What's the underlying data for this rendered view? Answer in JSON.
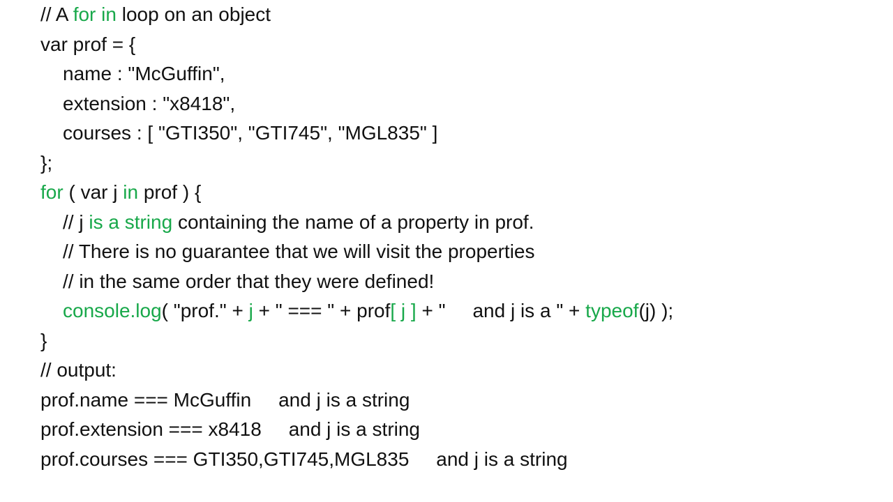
{
  "colors": {
    "text": "#111111",
    "keyword": "#18a84a",
    "background": "#ffffff"
  },
  "lines": [
    {
      "indent": false,
      "segments": [
        {
          "text": "// A ",
          "kw": false
        },
        {
          "text": "for in",
          "kw": true
        },
        {
          "text": " loop on an object",
          "kw": false
        }
      ]
    },
    {
      "indent": false,
      "segments": [
        {
          "text": "var prof = {",
          "kw": false
        }
      ]
    },
    {
      "indent": true,
      "segments": [
        {
          "text": "name : \"McGuffin\",",
          "kw": false
        }
      ]
    },
    {
      "indent": true,
      "segments": [
        {
          "text": "extension : \"x8418\",",
          "kw": false
        }
      ]
    },
    {
      "indent": true,
      "segments": [
        {
          "text": "courses : [ \"GTI350\", \"GTI745\", \"MGL835\" ]",
          "kw": false
        }
      ]
    },
    {
      "indent": false,
      "segments": [
        {
          "text": "};",
          "kw": false
        }
      ]
    },
    {
      "indent": false,
      "segments": [
        {
          "text": "for",
          "kw": true
        },
        {
          "text": " ( var j ",
          "kw": false
        },
        {
          "text": "in",
          "kw": true
        },
        {
          "text": " prof ) {",
          "kw": false
        }
      ]
    },
    {
      "indent": true,
      "segments": [
        {
          "text": "// j ",
          "kw": false
        },
        {
          "text": "is a string",
          "kw": true
        },
        {
          "text": " containing the name of a property in prof.",
          "kw": false
        }
      ]
    },
    {
      "indent": true,
      "segments": [
        {
          "text": "// There is no guarantee that we will visit the properties",
          "kw": false
        }
      ]
    },
    {
      "indent": true,
      "segments": [
        {
          "text": "// in the same order that they were defined!",
          "kw": false
        }
      ]
    },
    {
      "indent": true,
      "segments": [
        {
          "text": "console.log",
          "kw": true
        },
        {
          "text": "( \"prof.\" + ",
          "kw": false
        },
        {
          "text": "j",
          "kw": true
        },
        {
          "text": " + \" === \" + prof",
          "kw": false
        },
        {
          "text": "[ j ]",
          "kw": true
        },
        {
          "text": " + \"     and j is a \" + ",
          "kw": false
        },
        {
          "text": "typeof",
          "kw": true
        },
        {
          "text": "(j) );",
          "kw": false
        }
      ]
    },
    {
      "indent": false,
      "segments": [
        {
          "text": "}",
          "kw": false
        }
      ]
    },
    {
      "indent": false,
      "segments": [
        {
          "text": "// output:",
          "kw": false
        }
      ]
    },
    {
      "indent": false,
      "segments": [
        {
          "text": "prof.name === McGuffin     and j is a string",
          "kw": false
        }
      ]
    },
    {
      "indent": false,
      "segments": [
        {
          "text": "prof.extension === x8418     and j is a string",
          "kw": false
        }
      ]
    },
    {
      "indent": false,
      "segments": [
        {
          "text": "prof.courses === GTI350,GTI745,MGL835     and j is a string",
          "kw": false
        }
      ]
    }
  ]
}
